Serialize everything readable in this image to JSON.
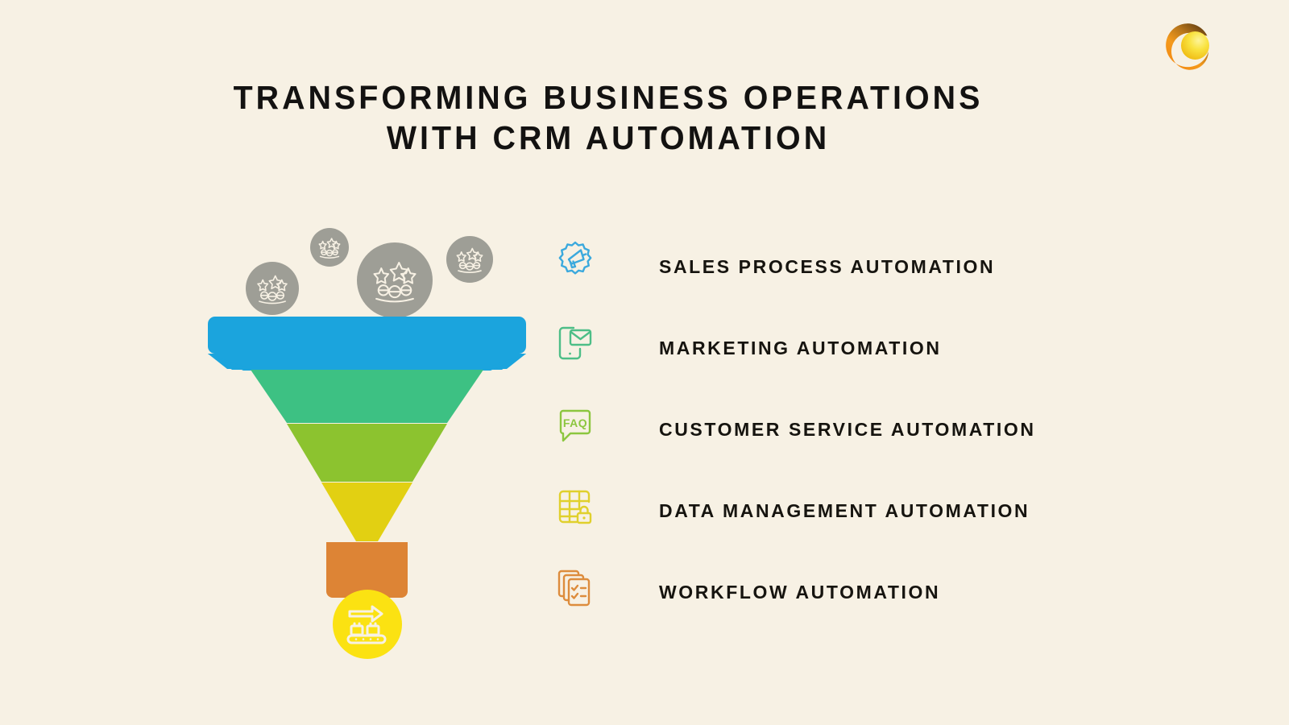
{
  "background_color": "#f7f1e4",
  "logo": {
    "name": "brand-logo",
    "shape": "crescent-ring-with-sphere",
    "outer_color": "#f08a1e",
    "inner_color": "#f7e13c"
  },
  "title": {
    "line1": "TRANSFORMING BUSINESS OPERATIONS",
    "line2": "WITH CRM AUTOMATION",
    "color": "#131211"
  },
  "funnel": {
    "cap": {
      "label": "funnel-top-cap",
      "color": "#1ba4dd"
    },
    "bands": [
      {
        "label": "Sales Process Automation",
        "color": "#1ba4dd"
      },
      {
        "label": "Marketing Automation",
        "color": "#3dc183"
      },
      {
        "label": "Customer Service Automation",
        "color": "#8cc32f"
      },
      {
        "label": "Data Management Automation",
        "color": "#e2d012"
      },
      {
        "label": "Workflow Automation",
        "color": "#dd8435"
      }
    ],
    "outlet": {
      "label": "funnel-outlet",
      "color": "#fbe212",
      "icon": "conveyor-belt-arrow-icon"
    },
    "leads": [
      {
        "label": "customer-reviews-icon",
        "size": "large",
        "color": "#9e9e96"
      },
      {
        "label": "customer-reviews-icon",
        "size": "small",
        "color": "#9e9e96"
      },
      {
        "label": "customer-reviews-icon",
        "size": "xlarge",
        "color": "#9e9e96"
      },
      {
        "label": "customer-reviews-icon",
        "size": "medium",
        "color": "#9e9e96"
      }
    ]
  },
  "list": {
    "items": [
      {
        "label": "SALES PROCESS AUTOMATION",
        "icon": "megaphone-badge-icon",
        "color": "#3ba9dd"
      },
      {
        "label": "MARKETING AUTOMATION",
        "icon": "mobile-email-icon",
        "color": "#4dbe87"
      },
      {
        "label": "CUSTOMER SERVICE AUTOMATION",
        "icon": "faq-speech-bubble-icon",
        "icon_text": "FAQ",
        "color": "#8cc63f"
      },
      {
        "label": "DATA MANAGEMENT AUTOMATION",
        "icon": "secure-table-icon",
        "color": "#e0d02c"
      },
      {
        "label": "WORKFLOW AUTOMATION",
        "icon": "checklist-documents-icon",
        "color": "#dd8c3c"
      }
    ]
  }
}
